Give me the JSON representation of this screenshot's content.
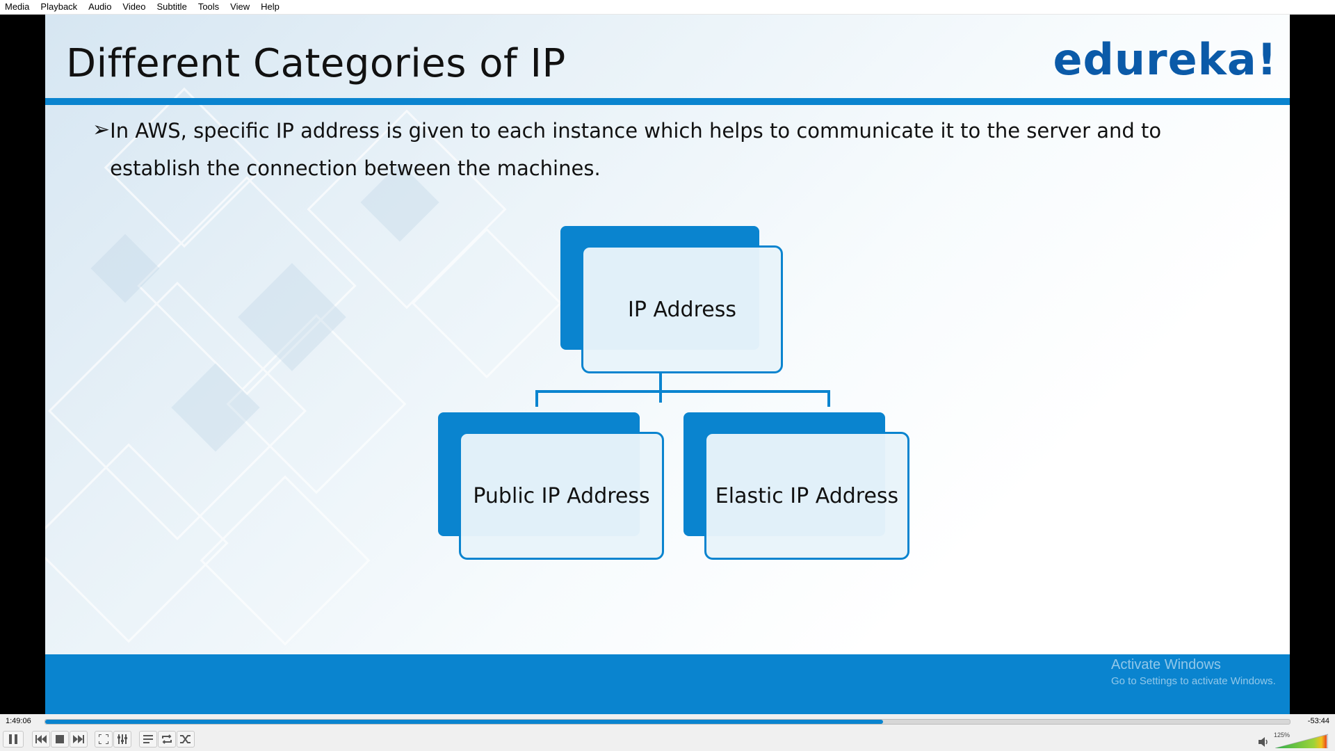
{
  "menu": [
    "Media",
    "Playback",
    "Audio",
    "Video",
    "Subtitle",
    "Tools",
    "View",
    "Help"
  ],
  "slide": {
    "title": "Different Categories of IP",
    "brand": "edureka!",
    "bullet": "In AWS, specific IP address is given to each instance which helps to communicate it to the server and to establish the connection between the machines.",
    "diagram": {
      "root": "IP Address",
      "left": "Public IP Address",
      "right": "Elastic IP Address"
    }
  },
  "watermark": {
    "title": "Activate Windows",
    "subtitle": "Go to Settings to activate Windows."
  },
  "player": {
    "elapsed": "1:49:06",
    "remaining": "-53:44",
    "progress_percent": 67.3,
    "volume_label": "125%",
    "accent_color": "#0a84cf"
  },
  "icons": [
    "play-pause-icon",
    "previous-icon",
    "stop-icon",
    "next-icon",
    "fullscreen-icon",
    "extended-settings-icon",
    "playlist-icon",
    "loop-icon",
    "shuffle-icon",
    "speaker-icon"
  ]
}
